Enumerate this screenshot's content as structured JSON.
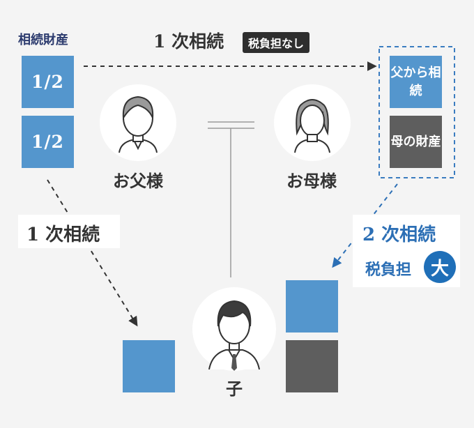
{
  "labels": {
    "assets_title": "相続財産",
    "first_inherit_top": "1 次相続",
    "no_tax_badge": "税負担なし",
    "first_inherit_left": "1 次相続",
    "second_inherit": "2 次相続",
    "tax_burden": "税負担",
    "large_badge": "大"
  },
  "asset_boxes": {
    "half_top": "1/2",
    "half_bottom": "1/2"
  },
  "mother_boxes": {
    "from_father": "父から相続",
    "mother_assets": "母の財産"
  },
  "people": {
    "father": "お父様",
    "mother": "お母様",
    "child": "子"
  },
  "colors": {
    "blue": "#5496cd",
    "gray": "#5e5e5e",
    "dark_blue_badge": "#1f6fb8",
    "accent_text": "#2c6fb5"
  },
  "icons": [
    "father-icon",
    "mother-icon",
    "child-icon"
  ]
}
